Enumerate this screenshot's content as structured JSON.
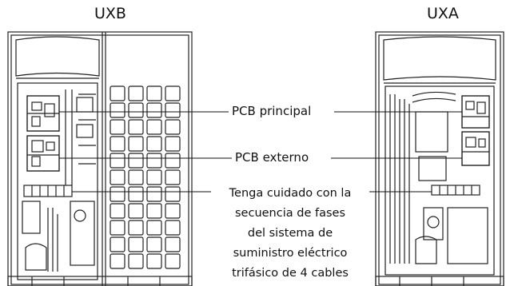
{
  "units": {
    "left_title": "UXB",
    "right_title": "UXA"
  },
  "labels": {
    "main_pcb": "PCB principal",
    "external_pcb": "PCB externo"
  },
  "warning_note": {
    "lines": [
      "Tenga cuidado con la",
      "secuencia de fases",
      "del sistema de",
      "suministro eléctrico",
      "trifásico de 4 cables"
    ]
  }
}
